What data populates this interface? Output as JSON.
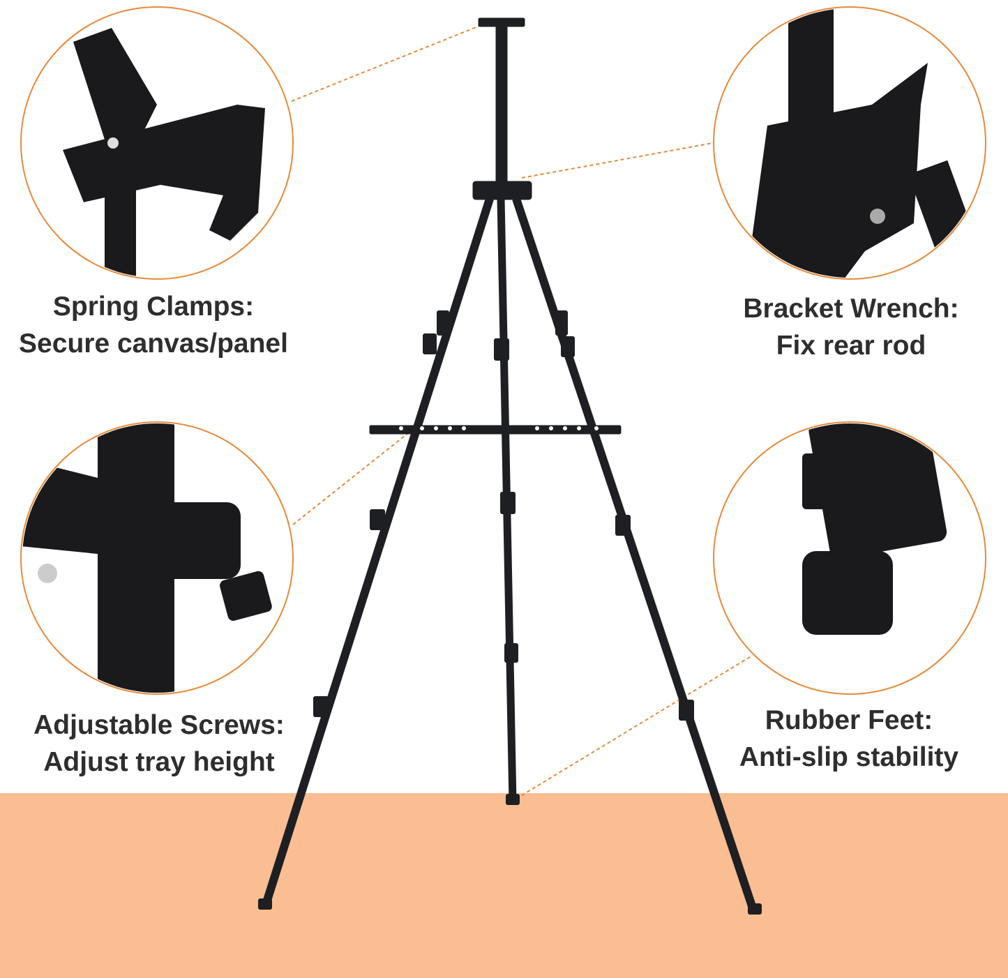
{
  "colors": {
    "floor": "#fbbd92",
    "circle_border": "#e58a3c",
    "leader_line": "#e58a3c",
    "easel": "#1e1f22",
    "text": "#2e2e2e"
  },
  "features": [
    {
      "title": "Spring Clamps:",
      "subtitle": "Secure canvas/panel",
      "icon": "spring-clamp-detail"
    },
    {
      "title": "Bracket Wrench:",
      "subtitle": "Fix rear rod",
      "icon": "bracket-wrench-detail"
    },
    {
      "title": "Adjustable Screws:",
      "subtitle": "Adjust tray height",
      "icon": "adjustable-screw-detail"
    },
    {
      "title": "Rubber Feet:",
      "subtitle": "Anti-slip stability",
      "icon": "rubber-foot-detail"
    }
  ]
}
